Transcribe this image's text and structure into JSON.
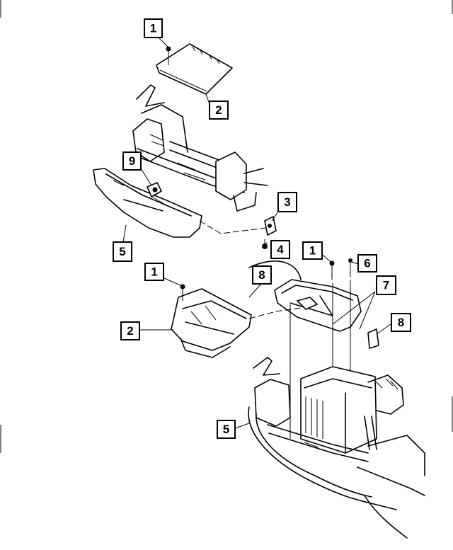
{
  "callouts": [
    {
      "id": "c1a",
      "label": "1"
    },
    {
      "id": "c2a",
      "label": "2"
    },
    {
      "id": "c9",
      "label": "9"
    },
    {
      "id": "c3",
      "label": "3"
    },
    {
      "id": "c5a",
      "label": "5"
    },
    {
      "id": "c4",
      "label": "4"
    },
    {
      "id": "c1b",
      "label": "1"
    },
    {
      "id": "c6",
      "label": "6"
    },
    {
      "id": "c1c",
      "label": "1"
    },
    {
      "id": "c8a",
      "label": "8"
    },
    {
      "id": "c7",
      "label": "7"
    },
    {
      "id": "c8b",
      "label": "8"
    },
    {
      "id": "c2b",
      "label": "2"
    },
    {
      "id": "c5b",
      "label": "5"
    }
  ]
}
